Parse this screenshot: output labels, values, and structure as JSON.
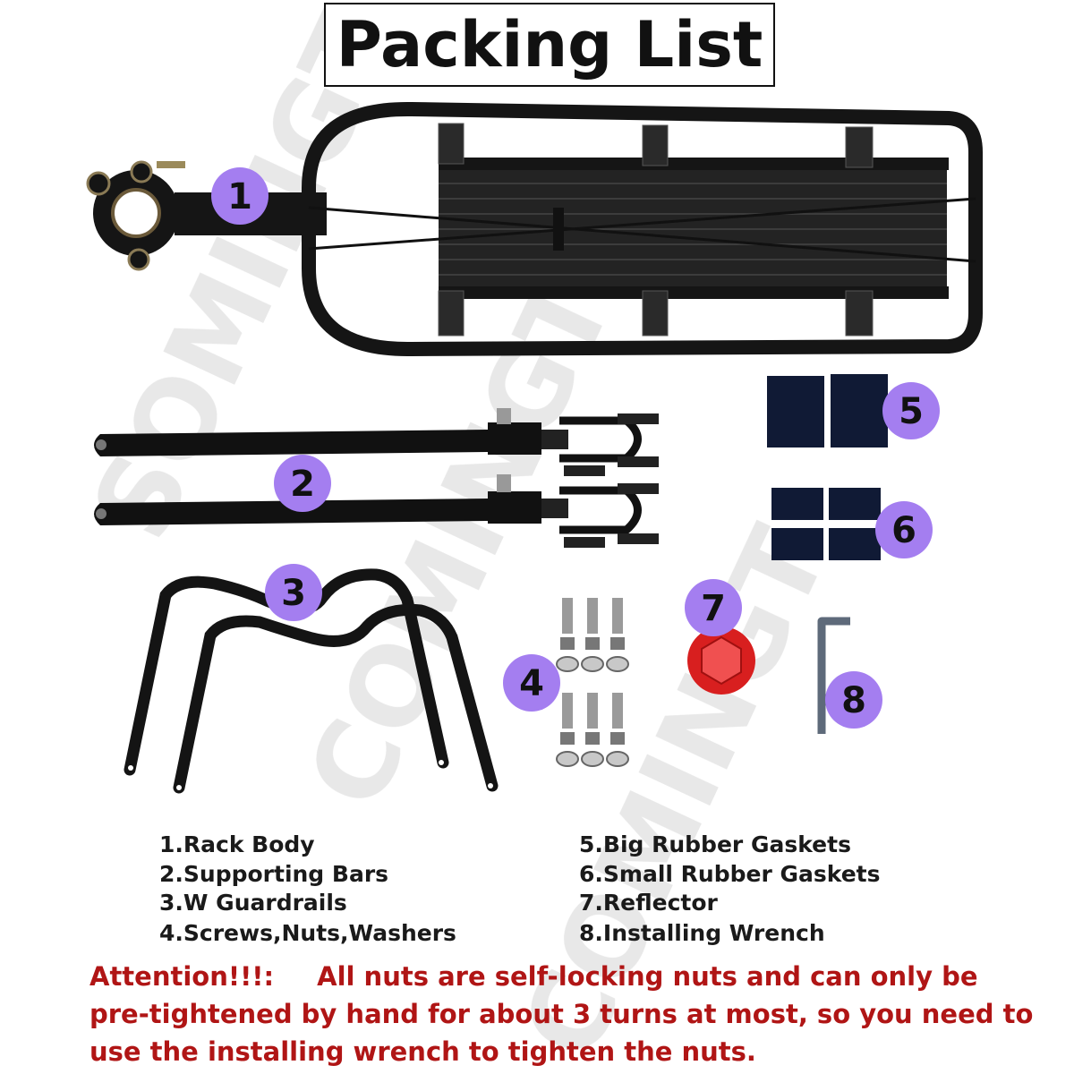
{
  "title": "Packing List",
  "badges": [
    "1",
    "2",
    "3",
    "4",
    "5",
    "6",
    "7",
    "8"
  ],
  "items": [
    "1.Rack Body",
    "2.Supporting Bars",
    "3.W Guardrails",
    "4.Screws,Nuts,Washers",
    "5.Big Rubber Gaskets",
    "6.Small Rubber Gaskets",
    "7.Reflector",
    "8.Installing Wrench"
  ],
  "attention": {
    "label": "Attention!!!:",
    "text": "All nuts are self-locking nuts and can only be pre-tightened by hand for about 3 turns at most, so you need to use the installing wrench to tighten the nuts."
  },
  "colors": {
    "badge": "#a47ef0",
    "attention": "#b01515",
    "metal": "#141414",
    "reflector": "#d81f1f"
  }
}
